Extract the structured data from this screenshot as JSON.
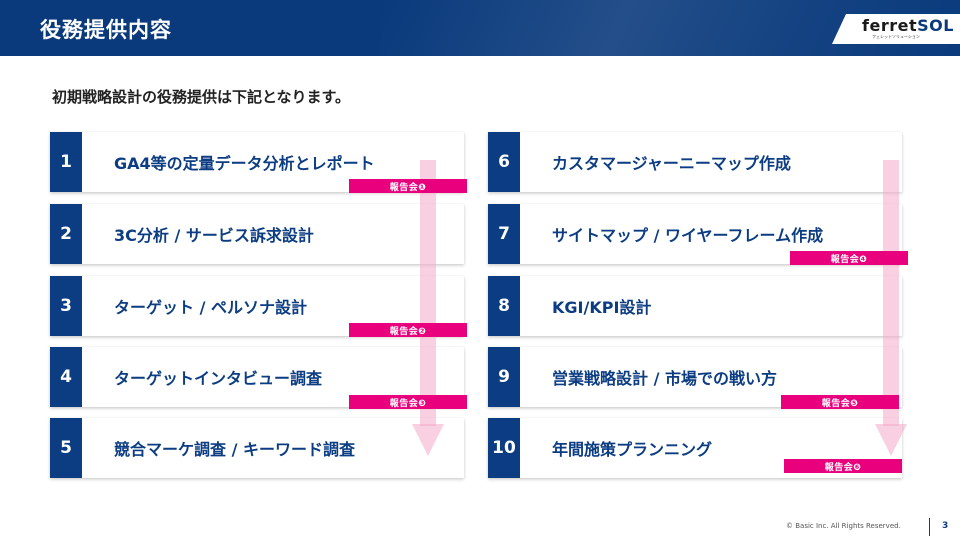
{
  "header": {
    "title": "役務提供内容",
    "logo_main": "ferret",
    "logo_accent": "SOL",
    "logo_sub": "フェレットソリューション"
  },
  "subtitle": "初期戦略設計の役務提供は下記となります。",
  "items": [
    {
      "num": "1",
      "label": "GA4等の定量データ分析とレポート"
    },
    {
      "num": "2",
      "label": "3C分析 / サービス訴求設計"
    },
    {
      "num": "3",
      "label": "ターゲット / ペルソナ設計"
    },
    {
      "num": "4",
      "label": "ターゲットインタビュー調査"
    },
    {
      "num": "5",
      "label": "競合マーケ調査 / キーワード調査"
    },
    {
      "num": "6",
      "label": "カスタマージャーニーマップ作成"
    },
    {
      "num": "7",
      "label": "サイトマップ / ワイヤーフレーム作成"
    },
    {
      "num": "8",
      "label": "KGI/KPI設計"
    },
    {
      "num": "9",
      "label": "営業戦略設計 / 市場での戦い方"
    },
    {
      "num": "10",
      "label": "年間施策プランニング"
    }
  ],
  "badges": [
    "報告会❶",
    "報告会❷",
    "報告会❸",
    "報告会❹",
    "報告会❺",
    "報告会❻"
  ],
  "footer": {
    "copyright": "© Basic Inc. All Rights Reserved.",
    "page": "3"
  },
  "colors": {
    "brand_navy": "#0c3d82",
    "header_blue": "#0a3a7c",
    "badge_pink": "#e8007d",
    "arrow_pink": "#f4aac8"
  }
}
